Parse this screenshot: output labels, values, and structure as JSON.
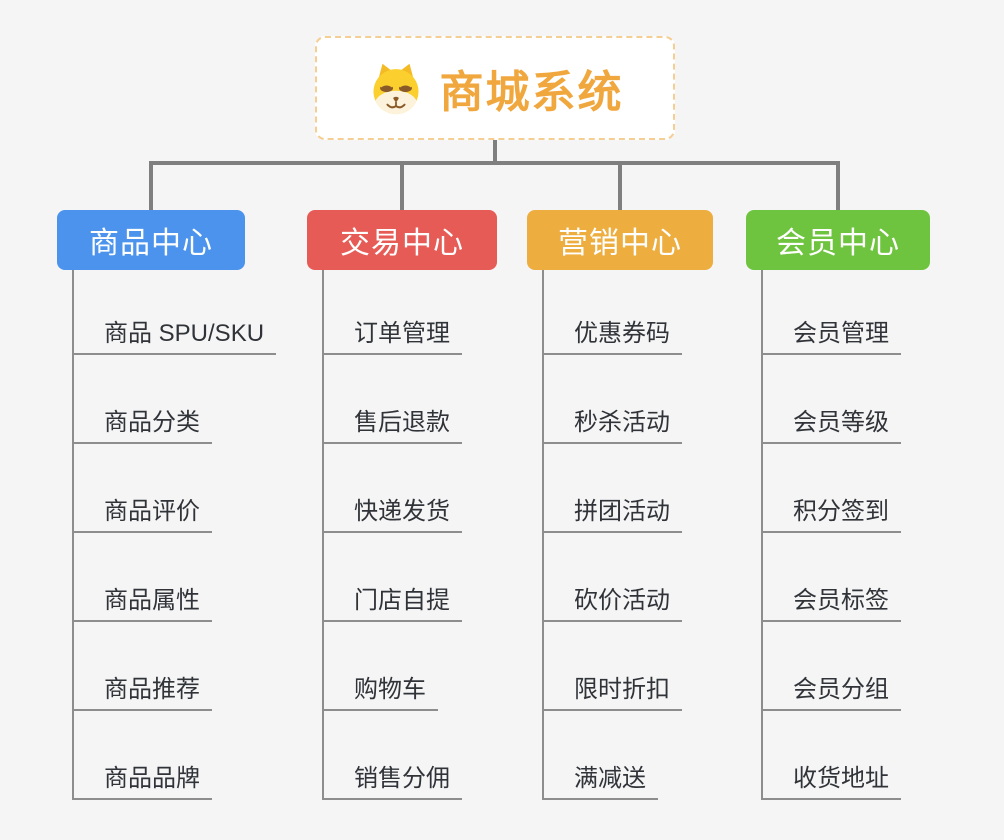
{
  "canvas": {
    "background": "#f5f5f6"
  },
  "root": {
    "title": "商城系统",
    "icon": "shiba-dog-icon",
    "title_color": "#f0a73e",
    "border_color": "#f5ce93"
  },
  "connectors": {
    "color": "#7f7f7f"
  },
  "branches": [
    {
      "label": "商品中心",
      "color": "#4b93ec",
      "items": [
        "商品 SPU/SKU",
        "商品分类",
        "商品评价",
        "商品属性",
        "商品推荐",
        "商品品牌"
      ]
    },
    {
      "label": "交易中心",
      "color": "#e75b56",
      "items": [
        "订单管理",
        "售后退款",
        "快递发货",
        "门店自提",
        "购物车",
        "销售分佣"
      ]
    },
    {
      "label": "营销中心",
      "color": "#edad3f",
      "items": [
        "优惠券码",
        "秒杀活动",
        "拼团活动",
        "砍价活动",
        "限时折扣",
        "满减送"
      ]
    },
    {
      "label": "会员中心",
      "color": "#6fc43f",
      "items": [
        "会员管理",
        "会员等级",
        "积分签到",
        "会员标签",
        "会员分组",
        "收货地址"
      ]
    }
  ]
}
